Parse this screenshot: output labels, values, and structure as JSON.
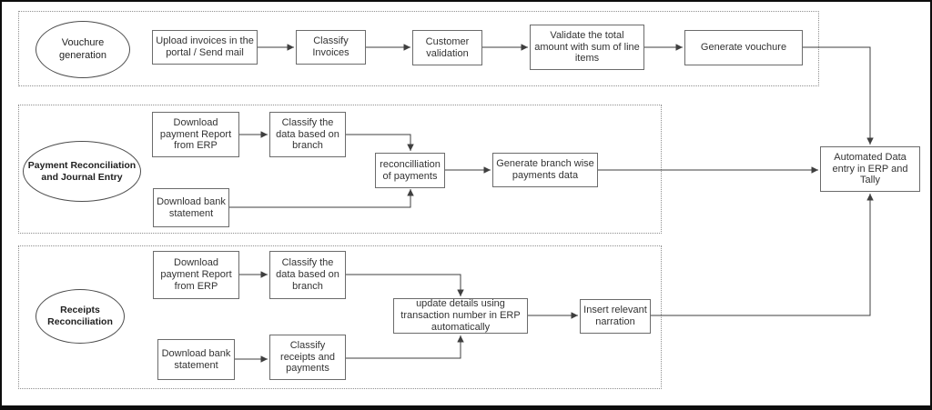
{
  "colors": {
    "background": "#ffffff",
    "frame_border": "#0d0d0d",
    "lane_border": "#8f8f8f",
    "node_border": "#6b6b6b",
    "connector": "#3f3f3f",
    "text": "#333333"
  },
  "lanes": [
    {
      "label": "Vouchure generation"
    },
    {
      "label": "Payment Reconciliation and Journal Entry"
    },
    {
      "label": "Receipts Reconciliation"
    }
  ],
  "nodes": {
    "upload_invoices": "Upload invoices in the portal / Send mail",
    "classify_invoices": "Classify Invoices",
    "customer_validation": "Customer validation",
    "validate_total": "Validate the total amount with sum of line items",
    "generate_vouchure": "Generate vouchure",
    "download_payment_report_payments": "Download payment Report from ERP",
    "classify_data_branch_payments": "Classify the data based on branch",
    "reconcilliation_of_payments": "reconcilliation of payments",
    "download_bank_statement_payments": "Download bank statement",
    "generate_branch_wise": "Generate branch wise payments data",
    "automated_entry": "Automated Data entry in ERP and Tally",
    "download_payment_report_receipts": "Download payment Report from ERP",
    "classify_data_branch_receipts": "Classify the data based on branch",
    "update_details": "update details using transaction number in ERP automatically",
    "insert_narration": "Insert relevant narration",
    "download_bank_statement_receipts": "Download bank statement",
    "classify_receipts_payments": "Classify receipts and payments"
  }
}
